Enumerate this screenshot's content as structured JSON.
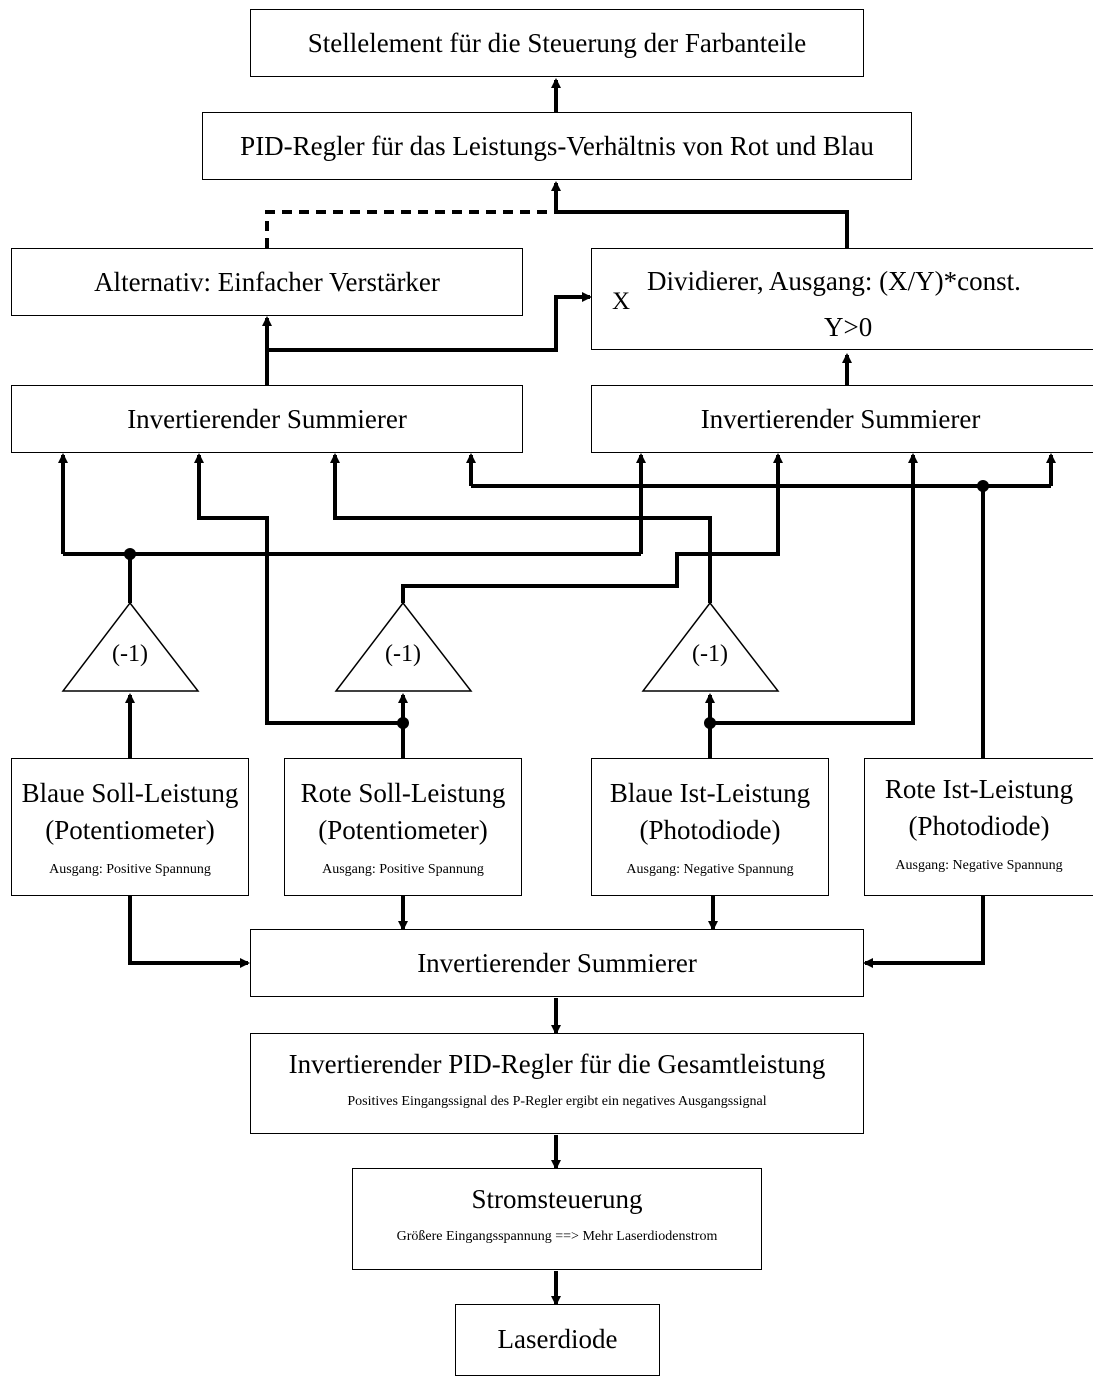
{
  "boxes": {
    "stellelement": {
      "title": "Stellelement für die Steuerung der Farbanteile"
    },
    "pid_ratio": {
      "title": "PID-Regler für das Leistungs-Verhältnis von Rot und Blau"
    },
    "alt_amp": {
      "title": "Alternativ: Einfacher Verstärker"
    },
    "divider": {
      "title": "Dividierer, Ausgang: (X/Y)*const.",
      "x_label": "X",
      "y_label": "Y>0"
    },
    "sum_left": {
      "title": "Invertierender Summierer"
    },
    "sum_right": {
      "title": "Invertierender Summierer"
    },
    "inverter_1": {
      "label": "(-1)"
    },
    "inverter_2": {
      "label": "(-1)"
    },
    "inverter_3": {
      "label": "(-1)"
    },
    "blue_soll": {
      "title1": "Blaue Soll-Leistung",
      "title2": "(Potentiometer)",
      "sub": "Ausgang: Positive Spannung"
    },
    "red_soll": {
      "title1": "Rote Soll-Leistung",
      "title2": "(Potentiometer)",
      "sub": "Ausgang: Positive Spannung"
    },
    "blue_ist": {
      "title1": "Blaue Ist-Leistung",
      "title2": "(Photodiode)",
      "sub": "Ausgang: Negative Spannung"
    },
    "red_ist": {
      "title1": "Rote Ist-Leistung",
      "title2": "(Photodiode)",
      "sub": "Ausgang: Negative Spannung"
    },
    "sum_bottom": {
      "title": "Invertierender Summierer"
    },
    "pid_total": {
      "title": "Invertierender PID-Regler für die Gesamtleistung",
      "sub": "Positives Eingangssignal des P-Regler ergibt ein negatives Ausgangssignal"
    },
    "current": {
      "title": "Stromsteuerung",
      "sub": "Größere Eingangsspannung ==> Mehr Laserdiodenstrom"
    },
    "laser": {
      "title": "Laserdiode"
    }
  }
}
